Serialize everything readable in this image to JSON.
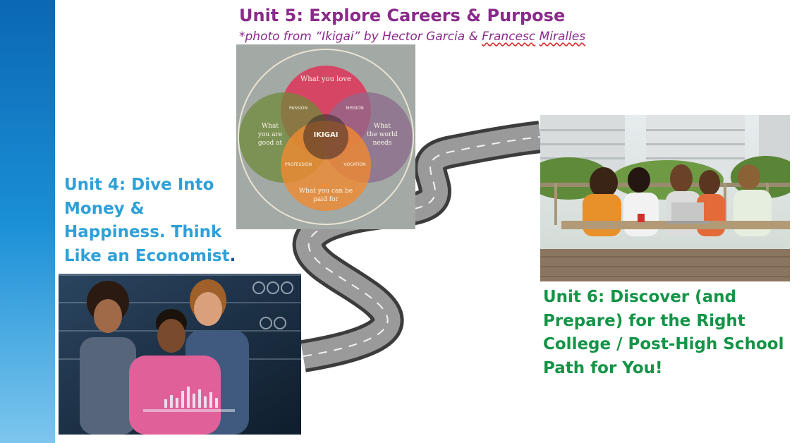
{
  "unit5": {
    "title": "Unit 5: Explore Careers & Purpose",
    "credit_prefix": "*photo from “Ikigai” by Hector Garcia & ",
    "credit_name1": "Francesc",
    "credit_name2": "Miralles"
  },
  "unit4": {
    "title_main": "Unit 4: Dive Into Money & Happiness. Think Like an Economist",
    "title_end": "."
  },
  "unit6": {
    "title": "Unit 6: Discover (and Prepare) for the Right College / Post-High School Path for You!"
  },
  "ikigai": {
    "center": "IKIGAI",
    "love": "What you love",
    "good_at": [
      "What",
      "you are",
      "good at"
    ],
    "world_needs": [
      "What",
      "the world",
      "needs"
    ],
    "paid_for": [
      "What you can be",
      "paid for"
    ],
    "passion": "PASSION",
    "mission": "MISSION",
    "profession": "PROFESSION",
    "vocation": "VOCATION"
  },
  "colors": {
    "unit5": "#8a2a8a",
    "unit4": "#2ea0d8",
    "unit6": "#149447",
    "sidebar": "#0b67b3"
  }
}
